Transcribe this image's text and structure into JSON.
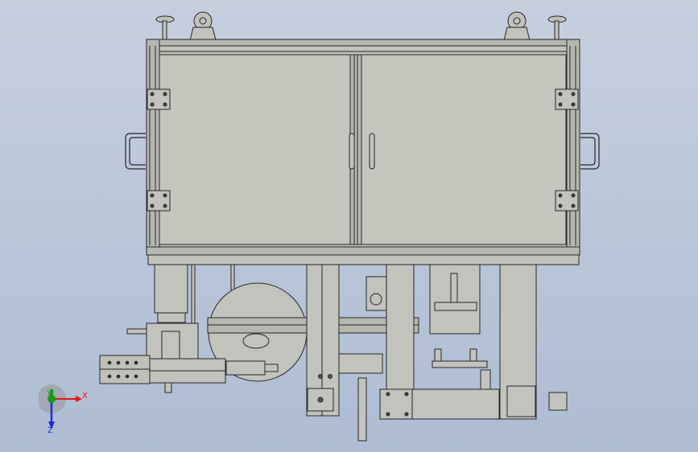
{
  "viewport": {
    "background_top": "#c6cfde",
    "background_bottom": "#aebdd3",
    "model_color": "#c2c3bc",
    "line_color": "#26262a"
  },
  "triad": {
    "x_label": "X",
    "y_label": "Y",
    "z_label": "Z",
    "x_color": "#e01818",
    "y_color": "#1a9a1a",
    "z_color": "#1b2fd0"
  }
}
